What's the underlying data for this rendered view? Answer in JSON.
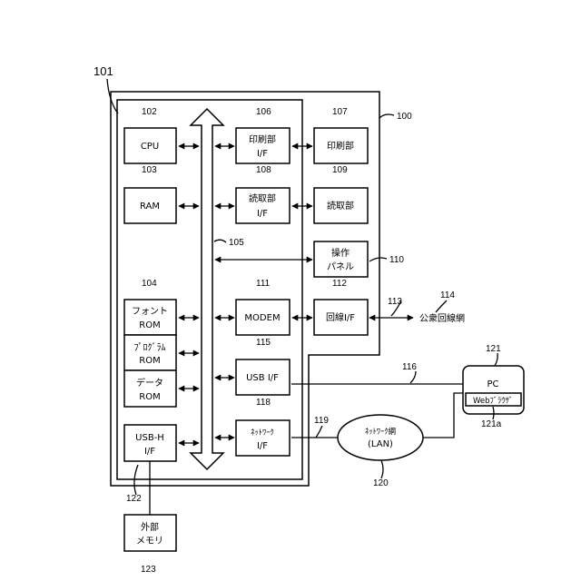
{
  "refs": {
    "device": "101",
    "system": "100",
    "cpu": "102",
    "ram": "103",
    "rom_group": "104",
    "bus": "105",
    "print_if": "106",
    "printer": "107",
    "read_if": "108",
    "reader": "109",
    "panel": "110",
    "modem": "111",
    "line_if": "112",
    "line_link": "113",
    "public_net": "114",
    "usb_if": "115",
    "usb_cable": "116",
    "network_if": "118",
    "lan_link": "119",
    "lan": "120",
    "pc": "121",
    "browser": "121a",
    "usb_host": "122",
    "ext_mem": "123"
  },
  "labels": {
    "cpu": "CPU",
    "ram": "RAM",
    "font_rom_1": "フォント",
    "font_rom_2": "ROM",
    "prog_rom_1": "ﾌﾟﾛｸﾞﾗﾑ",
    "prog_rom_2": "ROM",
    "data_rom_1": "データ",
    "data_rom_2": "ROM",
    "usbh_1": "USB-H",
    "usbh_2": "I/F",
    "print_if_1": "印刷部",
    "print_if_2": "I/F",
    "read_if_1": "読取部",
    "read_if_2": "I/F",
    "modem": "MODEM",
    "usb_if": "USB I/F",
    "net_if_1": "ﾈｯﾄﾜｰｸ",
    "net_if_2": "I/F",
    "printer": "印刷部",
    "reader": "読取部",
    "panel_1": "操作",
    "panel_2": "パネル",
    "line_if": "回線I/F",
    "public_net": "公衆回線網",
    "pc": "PC",
    "browser": "Webﾌﾞﾗｳｻﾞ",
    "lan_1": "ﾈｯﾄﾜｰｸ網",
    "lan_2": "(LAN)",
    "ext_mem_1": "外部",
    "ext_mem_2": "メモリ"
  },
  "colors": {
    "line": "#000000",
    "background": "#ffffff"
  }
}
